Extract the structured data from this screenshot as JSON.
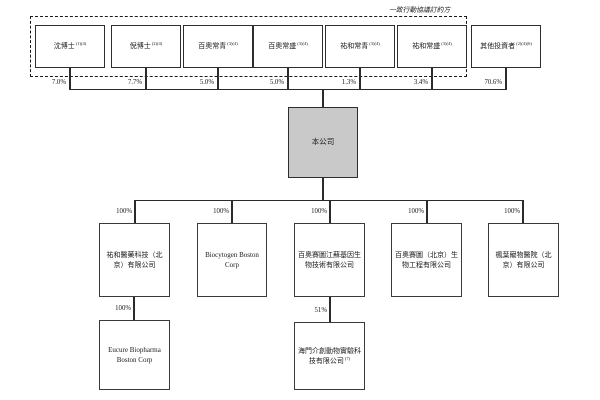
{
  "diagram": {
    "type": "shareholding-structure",
    "concert_label": "一致行動協議訂約方",
    "colors": {
      "line": "#2b2b2b",
      "box_border": "#3a3a3a",
      "company_fill": "#c9c9c9",
      "background": "#ffffff"
    },
    "shareholders": [
      {
        "name": "沈博士",
        "note": "(1)(4)",
        "ownership": "7.0%",
        "in_concert_group": true
      },
      {
        "name": "倪博士",
        "note": "(2)(4)",
        "ownership": "7.7%",
        "in_concert_group": true
      },
      {
        "name": "百奧常青",
        "note": "(3)(4)",
        "ownership": "5.0%",
        "in_concert_group": true
      },
      {
        "name": "百奧常盛",
        "note": "(3)(4)",
        "ownership": "5.0%",
        "in_concert_group": true
      },
      {
        "name": "祐和常青",
        "note": "(3)(4)",
        "ownership": "1.3%",
        "in_concert_group": true
      },
      {
        "name": "祐和常盛",
        "note": "(3)(4)",
        "ownership": "3.4%",
        "in_concert_group": true
      },
      {
        "name": "其他投資者",
        "note": "(2)(4)(6)",
        "ownership": "70.6%",
        "in_concert_group": false
      }
    ],
    "company": {
      "name": "本公司"
    },
    "subsidiaries": [
      {
        "name": "祐和醫藥科技（北京）有限公司",
        "ownership": "100%"
      },
      {
        "name": "Biocytogen Boston Corp",
        "ownership": "100%"
      },
      {
        "name": "百奧賽圖江蘇基因生物技術有限公司",
        "ownership": "100%"
      },
      {
        "name": "百奧賽圖（北京）生物工程有限公司",
        "ownership": "100%"
      },
      {
        "name": "楓葉寵物醫院（北京）有限公司",
        "ownership": "100%"
      }
    ],
    "sub_subsidiaries": [
      {
        "name": "Eucure Biopharma Boston Corp",
        "note": "",
        "ownership": "100%"
      },
      {
        "name": "海門介創動物實驗科技有限公司",
        "note": "(7)",
        "ownership": "51%"
      }
    ]
  }
}
